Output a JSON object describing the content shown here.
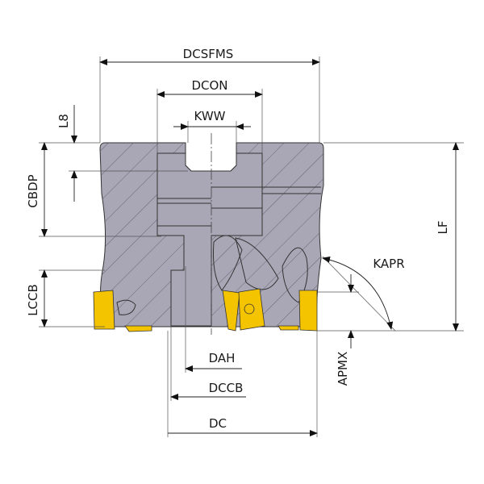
{
  "title": "Face milling cutter dimension drawing",
  "dimensions": {
    "dcsfms": "DCSFMS",
    "dcon": "DCON",
    "kww": "KWW",
    "l8": "L8",
    "cbdp": "CBDP",
    "lccb": "LCCB",
    "lf": "LF",
    "kapr": "KAPR",
    "apmx": "APMX",
    "dah": "DAH",
    "dccb": "DCCB",
    "dc": "DC"
  },
  "colors": {
    "body": "#a9a7b6",
    "insert": "#f5c400",
    "line": "#222222"
  }
}
